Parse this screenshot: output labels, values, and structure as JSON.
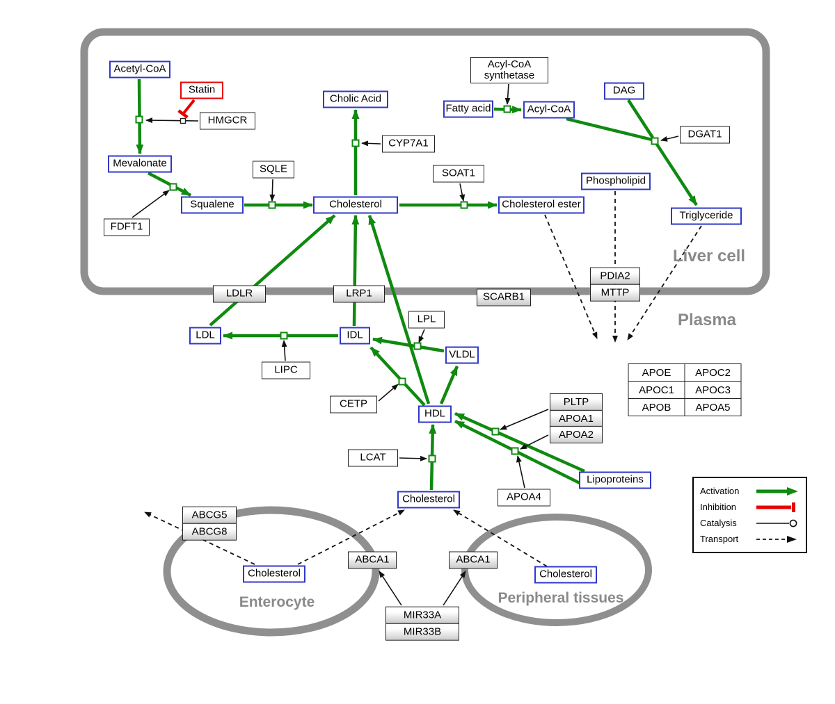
{
  "diagram": {
    "compartments": {
      "liver": {
        "label": "Liver cell"
      },
      "plasma": {
        "label": "Plasma"
      },
      "enterocyte": {
        "label": "Enterocyte"
      },
      "peripheral": {
        "label": "Peripheral tissues"
      }
    },
    "nodes": [
      {
        "id": "acetyl_coa",
        "label": "Acetyl-CoA",
        "type": "metabolite"
      },
      {
        "id": "statin",
        "label": "Statin",
        "type": "inhibitor"
      },
      {
        "id": "hmgcr",
        "label": "HMGCR",
        "type": "enzyme"
      },
      {
        "id": "mevalonate",
        "label": "Mevalonate",
        "type": "metabolite"
      },
      {
        "id": "fdft1",
        "label": "FDFT1",
        "type": "enzyme"
      },
      {
        "id": "squalene",
        "label": "Squalene",
        "type": "metabolite"
      },
      {
        "id": "sqle",
        "label": "SQLE",
        "type": "enzyme"
      },
      {
        "id": "cholesterol_liver",
        "label": "Cholesterol",
        "type": "metabolite"
      },
      {
        "id": "cholic_acid",
        "label": "Cholic Acid",
        "type": "metabolite"
      },
      {
        "id": "cyp7a1",
        "label": "CYP7A1",
        "type": "enzyme"
      },
      {
        "id": "soat1",
        "label": "SOAT1",
        "type": "enzyme"
      },
      {
        "id": "cholesterol_ester",
        "label": "Cholesterol ester",
        "type": "metabolite"
      },
      {
        "id": "acs",
        "label": "Acyl-CoA\nsynthetase",
        "type": "enzyme"
      },
      {
        "id": "fatty_acid",
        "label": "Fatty acid",
        "type": "metabolite"
      },
      {
        "id": "acyl_coa",
        "label": "Acyl-CoA",
        "type": "metabolite"
      },
      {
        "id": "dag",
        "label": "DAG",
        "type": "metabolite"
      },
      {
        "id": "dgat1",
        "label": "DGAT1",
        "type": "enzyme"
      },
      {
        "id": "phospholipid",
        "label": "Phospholipid",
        "type": "metabolite"
      },
      {
        "id": "triglyceride",
        "label": "Triglyceride",
        "type": "metabolite"
      },
      {
        "id": "ldlr",
        "label": "LDLR",
        "type": "membrane"
      },
      {
        "id": "lrp1",
        "label": "LRP1",
        "type": "membrane"
      },
      {
        "id": "scarb1",
        "label": "SCARB1",
        "type": "membrane"
      },
      {
        "id": "ldl",
        "label": "LDL",
        "type": "metabolite"
      },
      {
        "id": "idl",
        "label": "IDL",
        "type": "metabolite"
      },
      {
        "id": "lipc",
        "label": "LIPC",
        "type": "enzyme"
      },
      {
        "id": "lpl",
        "label": "LPL",
        "type": "enzyme"
      },
      {
        "id": "vldl",
        "label": "VLDL",
        "type": "metabolite"
      },
      {
        "id": "cetp",
        "label": "CETP",
        "type": "enzyme"
      },
      {
        "id": "hdl",
        "label": "HDL",
        "type": "metabolite"
      },
      {
        "id": "lcat",
        "label": "LCAT",
        "type": "enzyme"
      },
      {
        "id": "apoa4",
        "label": "APOA4",
        "type": "enzyme"
      },
      {
        "id": "lipoproteins",
        "label": "Lipoproteins",
        "type": "metabolite"
      },
      {
        "id": "cholesterol_plasma",
        "label": "Cholesterol",
        "type": "metabolite"
      },
      {
        "id": "abca1_ent",
        "label": "ABCA1",
        "type": "membrane"
      },
      {
        "id": "abca1_per",
        "label": "ABCA1",
        "type": "membrane"
      },
      {
        "id": "cholesterol_ent",
        "label": "Cholesterol",
        "type": "metabolite"
      },
      {
        "id": "cholesterol_per",
        "label": "Cholesterol",
        "type": "metabolite"
      }
    ],
    "stacks": [
      {
        "id": "pdia2_mttp",
        "items": [
          "PDIA2",
          "MTTP"
        ]
      },
      {
        "id": "abcg",
        "items": [
          "ABCG5",
          "ABCG8"
        ]
      },
      {
        "id": "pltp",
        "items": [
          "PLTP",
          "APOA1",
          "APOA2"
        ]
      },
      {
        "id": "mir33",
        "items": [
          "MIR33A",
          "MIR33B"
        ]
      }
    ],
    "apo_table": {
      "rows": [
        [
          "APOE",
          "APOC2"
        ],
        [
          "APOC1",
          "APOC3"
        ],
        [
          "APOB",
          "APOA5"
        ]
      ]
    },
    "edges": [
      {
        "id": "g1",
        "type": "activation",
        "from": "Acetyl-CoA",
        "to": "Mevalonate",
        "via": "HMGCR"
      },
      {
        "id": "g2",
        "type": "activation",
        "from": "Mevalonate",
        "to": "Squalene",
        "via": "FDFT1"
      },
      {
        "id": "g3",
        "type": "activation",
        "from": "Squalene",
        "to": "Cholesterol",
        "via": "SQLE"
      },
      {
        "id": "g4",
        "type": "activation",
        "from": "Cholesterol",
        "to": "Cholic Acid",
        "via": "CYP7A1"
      },
      {
        "id": "g5",
        "type": "activation",
        "from": "Cholesterol",
        "to": "Cholesterol ester",
        "via": "SOAT1"
      },
      {
        "id": "g6",
        "type": "activation",
        "from": "Fatty acid",
        "to": "Acyl-CoA",
        "via": "Acyl-CoA synthetase"
      },
      {
        "id": "g7",
        "type": "activation",
        "from": "Acyl-CoA",
        "to": "DGAT1 junction"
      },
      {
        "id": "g8",
        "type": "activation",
        "from": "DAG",
        "to": "DGAT1 junction"
      },
      {
        "id": "g9",
        "type": "activation",
        "from": "DGAT1 junction",
        "to": "Triglyceride",
        "via": "DGAT1"
      },
      {
        "id": "g10",
        "type": "activation",
        "from": "IDL",
        "to": "LDL",
        "via": "LIPC"
      },
      {
        "id": "g11",
        "type": "activation",
        "from": "VLDL",
        "to": "IDL",
        "via": "LPL"
      },
      {
        "id": "g12",
        "type": "activation",
        "from": "LDL",
        "to": "Cholesterol",
        "via": "LDLR"
      },
      {
        "id": "g13",
        "type": "activation",
        "from": "IDL",
        "to": "Cholesterol",
        "via": "LRP1"
      },
      {
        "id": "g14",
        "type": "activation",
        "from": "HDL",
        "to": "Cholesterol",
        "via": "SCARB1"
      },
      {
        "id": "g15",
        "type": "activation",
        "from": "HDL",
        "to": "IDL",
        "via": "CETP"
      },
      {
        "id": "g16",
        "type": "activation",
        "from": "HDL",
        "to": "VLDL"
      },
      {
        "id": "g17",
        "type": "activation",
        "from": "Cholesterol (plasma)",
        "to": "HDL",
        "via": "LCAT"
      },
      {
        "id": "g18",
        "type": "activation",
        "from": "Lipoproteins",
        "to": "HDL",
        "via": "PLTP/APOA1/APOA2"
      },
      {
        "id": "g19",
        "type": "activation",
        "from": "Lipoproteins",
        "to": "HDL",
        "via": "APOA4"
      },
      {
        "id": "r1",
        "type": "inhibition",
        "from": "Statin",
        "to": "HMGCR"
      },
      {
        "id": "c1",
        "type": "catalysis",
        "from": "HMGCR",
        "to": "Acetyl-CoA to Mevalonate"
      },
      {
        "id": "c2",
        "type": "catalysis",
        "from": "FDFT1",
        "to": "Mevalonate to Squalene"
      },
      {
        "id": "c3",
        "type": "catalysis",
        "from": "SQLE",
        "to": "Squalene to Cholesterol"
      },
      {
        "id": "c4",
        "type": "catalysis",
        "from": "CYP7A1",
        "to": "Cholesterol to Cholic Acid"
      },
      {
        "id": "c5",
        "type": "catalysis",
        "from": "SOAT1",
        "to": "Cholesterol to Cholesterol ester"
      },
      {
        "id": "c6",
        "type": "catalysis",
        "from": "Acyl-CoA synthetase",
        "to": "Fatty acid to Acyl-CoA"
      },
      {
        "id": "c7",
        "type": "catalysis",
        "from": "DGAT1",
        "to": "Acyl-CoA/DAG to Triglyceride"
      },
      {
        "id": "c8",
        "type": "catalysis",
        "from": "LIPC",
        "to": "IDL to LDL"
      },
      {
        "id": "c9",
        "type": "catalysis",
        "from": "LPL",
        "to": "VLDL to IDL"
      },
      {
        "id": "c10",
        "type": "catalysis",
        "from": "CETP",
        "to": "HDL to IDL"
      },
      {
        "id": "c11",
        "type": "catalysis",
        "from": "LCAT",
        "to": "Cholesterol to HDL"
      },
      {
        "id": "c12",
        "type": "regulation",
        "from": "MIR33A/MIR33B",
        "to": "ABCA1 (enterocyte)"
      },
      {
        "id": "c13",
        "type": "regulation",
        "from": "MIR33A/MIR33B",
        "to": "ABCA1 (peripheral tissues)"
      },
      {
        "id": "c14",
        "type": "regulation",
        "from": "APOA4",
        "to": "Lipoproteins to HDL"
      },
      {
        "id": "c15",
        "type": "regulation",
        "from": "PLTP/APOA1/APOA2",
        "to": "Lipoproteins to HDL (upper)"
      },
      {
        "id": "c16",
        "type": "regulation",
        "from": "PLTP/APOA1/APOA2",
        "to": "Lipoproteins to HDL (lower)"
      },
      {
        "id": "t1",
        "type": "transport",
        "from": "Cholesterol ester",
        "to": "Plasma"
      },
      {
        "id": "t2",
        "type": "transport",
        "from": "Phospholipid",
        "to": "Plasma",
        "via": "PDIA2/MTTP"
      },
      {
        "id": "t3",
        "type": "transport",
        "from": "Triglyceride",
        "to": "Plasma"
      },
      {
        "id": "t4",
        "type": "transport",
        "from": "Cholesterol (enterocyte)",
        "to": "Cholesterol (plasma)",
        "via": "ABCA1"
      },
      {
        "id": "t5",
        "type": "transport",
        "from": "Cholesterol (peripheral tissues)",
        "to": "Cholesterol (plasma)",
        "via": "ABCA1"
      },
      {
        "id": "t6",
        "type": "transport",
        "from": "Cholesterol (enterocyte)",
        "to": "outside",
        "via": "ABCG5/ABCG8"
      }
    ],
    "legend": {
      "items": [
        {
          "label": "Activation",
          "type": "activation"
        },
        {
          "label": "Inhibition",
          "type": "inhibition"
        },
        {
          "label": "Catalysis",
          "type": "catalysis"
        },
        {
          "label": "Transport",
          "type": "transport"
        }
      ]
    }
  }
}
